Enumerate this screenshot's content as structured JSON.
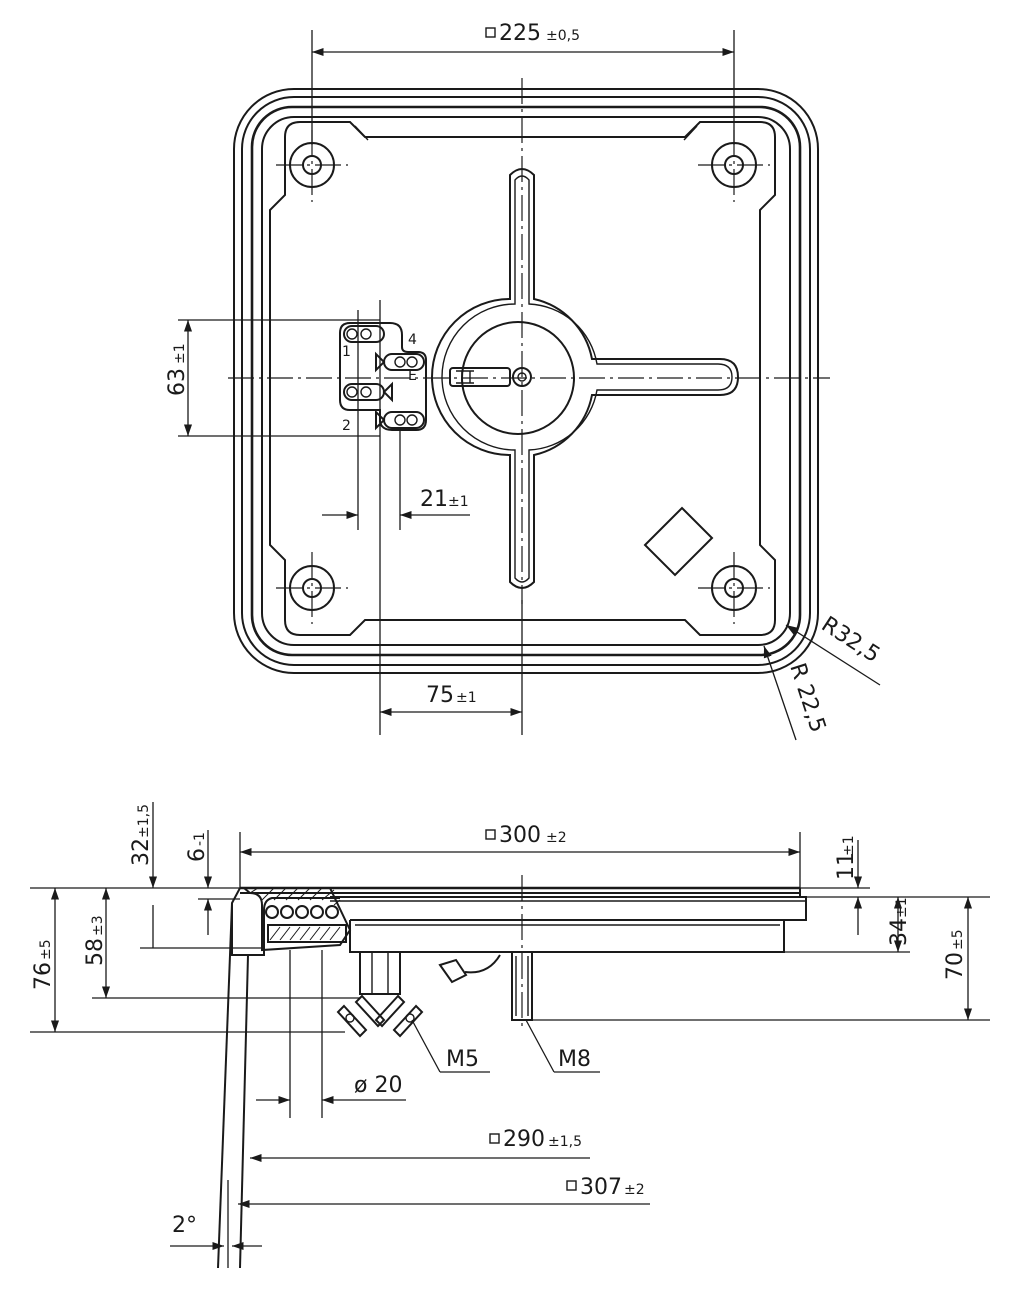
{
  "top_view": {
    "dim_225": {
      "value": "225",
      "tol": "±0,5"
    },
    "dim_63": {
      "value": "63",
      "tol": "±1"
    },
    "dim_21": {
      "value": "21",
      "tol": "±1"
    },
    "dim_75": {
      "value": "75",
      "tol": "±1"
    },
    "radius_outer": "R32,5",
    "radius_inner": "R 22,5",
    "terminals": {
      "t1": "1",
      "t2": "2",
      "t3": "E",
      "t4": "4"
    }
  },
  "side_view": {
    "dim_300": {
      "value": "300",
      "tol": "±2"
    },
    "dim_290": {
      "value": "290",
      "tol": "±1,5"
    },
    "dim_307": {
      "value": "307",
      "tol": "±2"
    },
    "dim_32": {
      "value": "32",
      "tol": "±1,5"
    },
    "dim_6": {
      "value": "6",
      "tol": "-1"
    },
    "dim_76": {
      "value": "76",
      "tol": "±5"
    },
    "dim_58": {
      "value": "58",
      "tol": "±3"
    },
    "dim_11": {
      "value": "11",
      "tol": "±1"
    },
    "dim_34": {
      "value": "34",
      "tol": "±1"
    },
    "dim_70": {
      "value": "70",
      "tol": "±5"
    },
    "dim_d20": "ø 20",
    "thread_m5": "M5",
    "thread_m8": "M8",
    "angle": "2°"
  }
}
